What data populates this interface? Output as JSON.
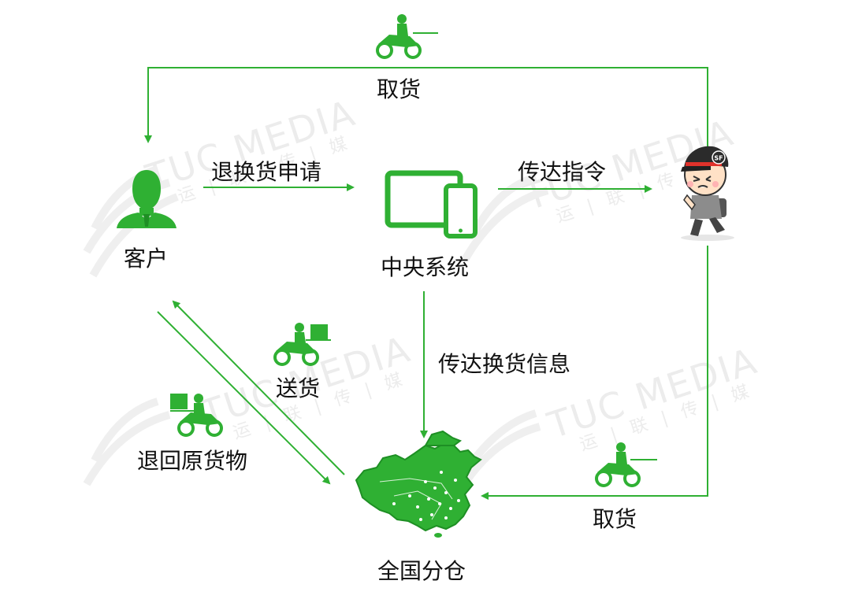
{
  "colors": {
    "accent": "#2fb033",
    "accent_dark": "#1e8f24",
    "watermark": "#ececec"
  },
  "watermark": {
    "brand": "TUC MEDIA",
    "sub": "运 | 联 | 传 | 媒"
  },
  "nodes": {
    "customer": {
      "label": "客户",
      "icon": "person-icon"
    },
    "central_system": {
      "label": "中央系统",
      "icon": "devices-icon"
    },
    "courier": {
      "label": "",
      "icon": "courier-icon",
      "badge": "SF"
    },
    "warehouse": {
      "label": "全国分仓",
      "icon": "china-map-icon"
    }
  },
  "edges": {
    "pickup_top": {
      "label": "取货",
      "icon": "delivery-scooter-icon"
    },
    "exchange_request": {
      "label": "退换货申请"
    },
    "relay_instruction": {
      "label": "传达指令"
    },
    "relay_exchange_info": {
      "label": "传达换货信息"
    },
    "deliver": {
      "label": "送货",
      "icon": "delivery-scooter-icon"
    },
    "return_goods": {
      "label": "退回原货物",
      "icon": "delivery-scooter-icon"
    },
    "pickup_right": {
      "label": "取货",
      "icon": "delivery-scooter-icon"
    }
  }
}
